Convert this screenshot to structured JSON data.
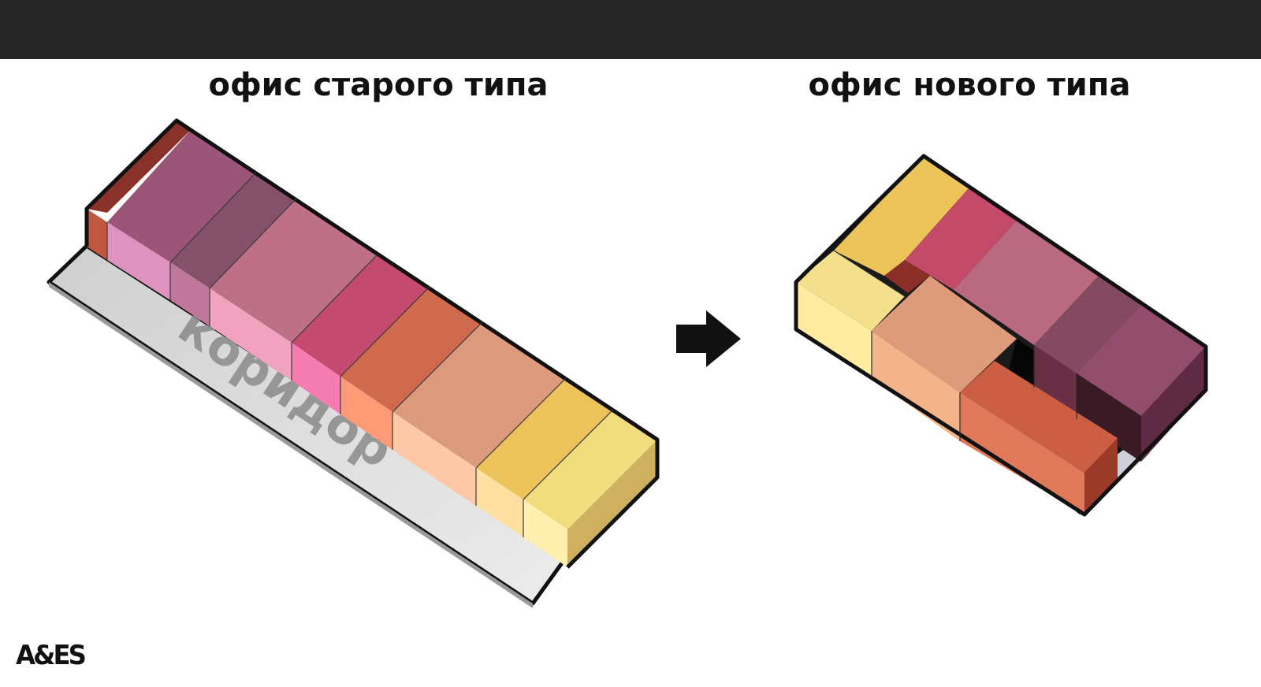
{
  "headings": {
    "old_office": "офис старого типа",
    "new_office": "офис нового типа"
  },
  "labels": {
    "corridor": "коридор"
  },
  "logo": {
    "text": "A&ES"
  },
  "arrow": {
    "icon": "arrow-right-icon",
    "color": "#111111"
  },
  "colors": {
    "top_bar": "#262626",
    "outline": "#111111",
    "corridor_floor": "#d6d6d6",
    "corridor_text": "#8a8a8a",
    "old_office_blocks": [
      "#b24a3c",
      "#9a5578",
      "#85506a",
      "#bd7086",
      "#c44a70",
      "#d06a4d",
      "#dc9b7c",
      "#ecc25a",
      "#f2dd7e"
    ],
    "new_office_blocks": [
      "#f4e08c",
      "#ecc45a",
      "#8b2e28",
      "#c44a6a",
      "#b96a80",
      "#834a62",
      "#924c6c",
      "#dd9b7b",
      "#cc5e44"
    ]
  }
}
